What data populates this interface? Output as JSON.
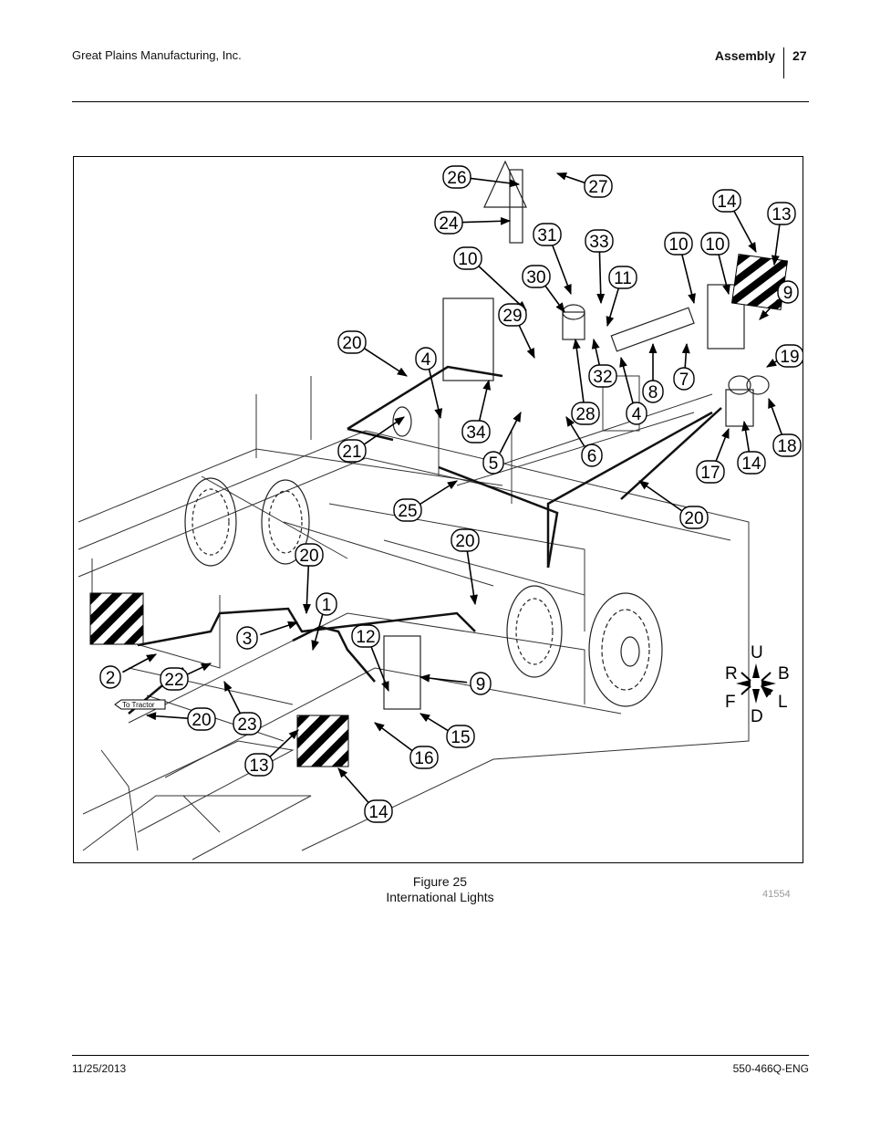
{
  "header": {
    "company": "Great Plains Manufacturing, Inc.",
    "section": "Assembly",
    "page_number": "27"
  },
  "figure": {
    "number_label": "Figure 25",
    "title": "International Lights",
    "image_id": "41554",
    "callouts": [
      "26",
      "27",
      "24",
      "31",
      "33",
      "14",
      "13",
      "10",
      "10",
      "10",
      "30",
      "11",
      "9",
      "29",
      "20",
      "4",
      "19",
      "32",
      "8",
      "7",
      "4",
      "28",
      "34",
      "18",
      "21",
      "6",
      "5",
      "17",
      "14",
      "25",
      "20",
      "20",
      "20",
      "1",
      "3",
      "12",
      "9",
      "2",
      "22",
      "20",
      "23",
      "15",
      "16",
      "13",
      "14"
    ],
    "to_tractor_label": "To Tractor",
    "orientation": {
      "up": "U",
      "down": "D",
      "right_side": "R",
      "left_side": "L",
      "front": "F",
      "back": "B"
    }
  },
  "footer": {
    "date": "11/25/2013",
    "doc_number": "550-466Q-ENG"
  }
}
